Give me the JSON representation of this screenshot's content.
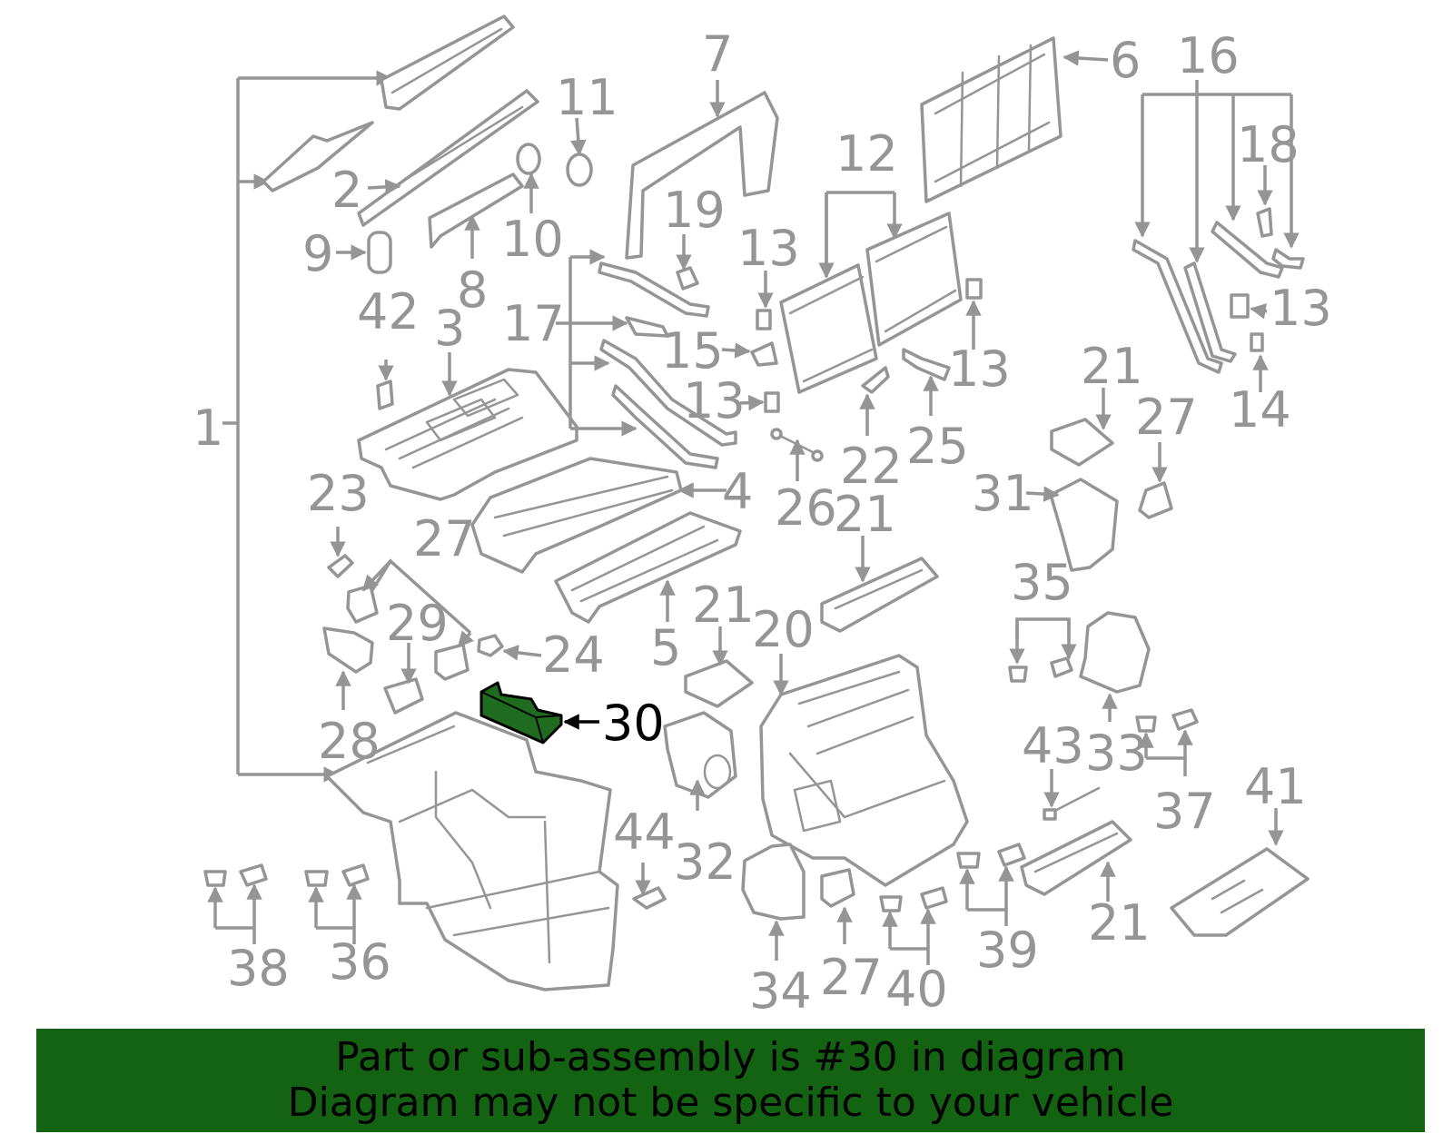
{
  "colors": {
    "part_stroke": "#959595",
    "highlight_fill": "#1f6b1f",
    "banner_background": "#136313",
    "banner_text": "#000000",
    "highlight_label": "#000000"
  },
  "highlighted_part": "30",
  "banner": {
    "line1": "Part or sub-assembly is #30 in diagram",
    "line2": "Diagram may not be specific to your vehicle"
  },
  "callouts": {
    "c1": "1",
    "c2": "2",
    "c3": "3",
    "c4": "4",
    "c5": "5",
    "c6": "6",
    "c7": "7",
    "c8": "8",
    "c9": "9",
    "c10": "10",
    "c11": "11",
    "c12": "12",
    "c13a": "13",
    "c13b": "13",
    "c13c": "13",
    "c13d": "13",
    "c14": "14",
    "c15": "15",
    "c16": "16",
    "c17": "17",
    "c18": "18",
    "c19": "19",
    "c20": "20",
    "c21a": "21",
    "c21b": "21",
    "c21c": "21",
    "c21d": "21",
    "c22": "22",
    "c23": "23",
    "c24": "24",
    "c25": "25",
    "c26": "26",
    "c27a": "27",
    "c27b": "27",
    "c27c": "27",
    "c28": "28",
    "c29": "29",
    "c30": "30",
    "c31": "31",
    "c32": "32",
    "c33": "33",
    "c34": "34",
    "c35": "35",
    "c36": "36",
    "c37": "37",
    "c38": "38",
    "c39": "39",
    "c40": "40",
    "c41": "41",
    "c42": "42",
    "c43": "43",
    "c44": "44"
  }
}
